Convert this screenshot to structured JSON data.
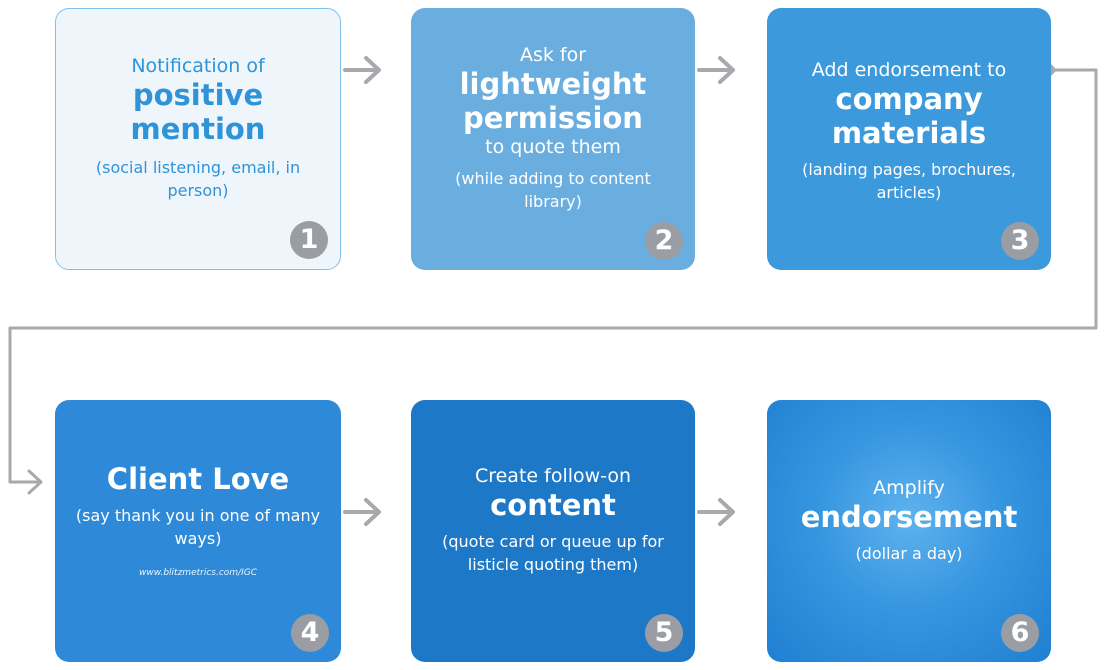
{
  "steps": [
    {
      "pre": "Notification of",
      "big": "positive mention",
      "sub": "",
      "small": "(social listening, email, in person)",
      "url": "",
      "number": "1"
    },
    {
      "pre": "Ask for",
      "big": "lightweight permission",
      "sub": "to quote them",
      "small": "(while adding to content library)",
      "url": "",
      "number": "2"
    },
    {
      "pre": "Add endorsement to",
      "big": "company materials",
      "sub": "",
      "small": "(landing pages, brochures, articles)",
      "url": "",
      "number": "3"
    },
    {
      "pre": "",
      "big": "Client Love",
      "sub": "",
      "small": "(say thank you in one of many ways)",
      "url": "www.blitzmetrics.com/IGC",
      "number": "4"
    },
    {
      "pre": "Create follow-on",
      "big": "content",
      "sub": "",
      "small": "(quote card or queue up for listicle quoting them)",
      "url": "",
      "number": "5"
    },
    {
      "pre": "Amplify",
      "big": "endorsement",
      "sub": "",
      "small": "(dollar a day)",
      "url": "",
      "number": "6"
    }
  ],
  "colors": {
    "arrow": "#a7a9ac",
    "badge": "#9a9da3",
    "box1_bg": "#eef6fc",
    "box1_text": "#2f93d7"
  }
}
